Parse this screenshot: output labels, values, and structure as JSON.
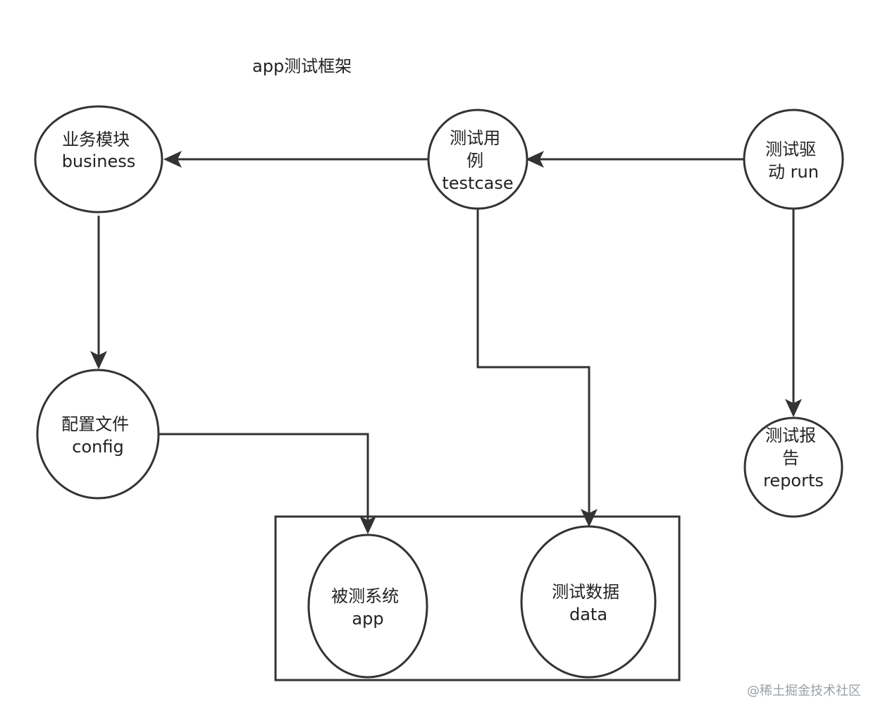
{
  "title": "app测试框架",
  "watermark": "@稀土掘金技术社区",
  "nodes": {
    "business": {
      "lines": [
        "业务模块",
        "business"
      ]
    },
    "testcase": {
      "lines": [
        "测试用",
        "例",
        "testcase"
      ]
    },
    "run": {
      "lines": [
        "测试驱",
        "动 run"
      ]
    },
    "config": {
      "lines": [
        "配置文件",
        "config"
      ]
    },
    "reports": {
      "lines": [
        "测试报",
        "告",
        "reports"
      ]
    },
    "app": {
      "lines": [
        "被测系统",
        "app"
      ]
    },
    "data": {
      "lines": [
        "测试数据",
        "data"
      ]
    }
  },
  "edges": [
    {
      "from": "testcase",
      "to": "business"
    },
    {
      "from": "run",
      "to": "testcase"
    },
    {
      "from": "business",
      "to": "config"
    },
    {
      "from": "testcase",
      "to": "data"
    },
    {
      "from": "config",
      "to": "app"
    },
    {
      "from": "run",
      "to": "reports"
    }
  ],
  "colors": {
    "stroke": "#333333",
    "text": "#222222",
    "watermark": "#9aa0a6"
  }
}
